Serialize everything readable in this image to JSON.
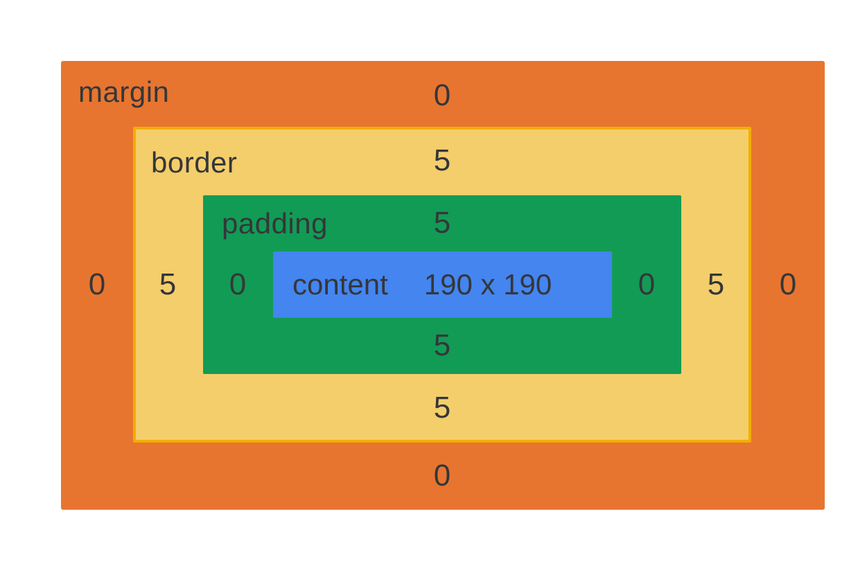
{
  "box_model": {
    "margin": {
      "label": "margin",
      "values": {
        "top": "0",
        "right": "0",
        "bottom": "0",
        "left": "0"
      },
      "color": "#E7752F"
    },
    "border": {
      "label": "border",
      "values": {
        "top": "5",
        "right": "5",
        "bottom": "5",
        "left": "5"
      },
      "fill": "#F4CE6B",
      "stroke": "#F2AE00"
    },
    "padding": {
      "label": "padding",
      "values": {
        "top": "5",
        "right": "0",
        "bottom": "5",
        "left": "0"
      },
      "color": "#129B55"
    },
    "content": {
      "label": "content",
      "size": "190 x 190",
      "color": "#4485F0"
    },
    "text_color": "#35363A",
    "background": "#FFFFFF"
  }
}
